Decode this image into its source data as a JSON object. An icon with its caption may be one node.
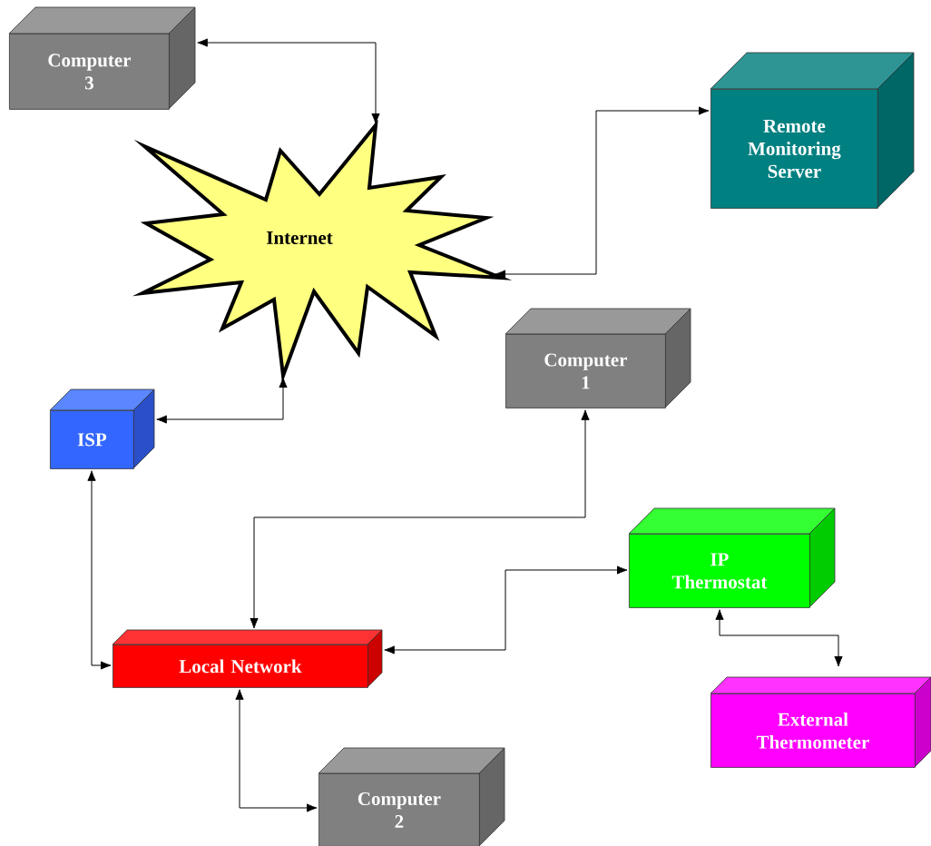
{
  "diagram": {
    "nodes": [
      {
        "text": [
          "Computer 3"
        ]
      },
      {
        "text": [
          "Remote Monitoring Server"
        ]
      },
      {
        "text": [
          "Internet"
        ]
      },
      {
        "text": [
          "Computer 1"
        ]
      },
      {
        "text": [
          "ISP"
        ]
      },
      {
        "text": [
          "IP Thermostat"
        ]
      },
      {
        "text": [
          "Local Network"
        ]
      },
      {
        "text": [
          "External Thermometer"
        ]
      },
      {
        "text": [
          "Computer 2"
        ]
      }
    ],
    "edges": [
      {
        "from": 0,
        "to": 2,
        "arrow": "both"
      },
      {
        "from": 2,
        "to": 1,
        "arrow": "both"
      },
      {
        "from": 4,
        "to": 2,
        "arrow": "both"
      },
      {
        "from": 4,
        "to": 6,
        "arrow": "both"
      },
      {
        "from": 3,
        "to": 6,
        "arrow": "both"
      },
      {
        "from": 6,
        "to": 5,
        "arrow": "both"
      },
      {
        "from": 5,
        "to": 7,
        "arrow": "both"
      },
      {
        "from": 6,
        "to": 8,
        "arrow": "both"
      }
    ]
  }
}
